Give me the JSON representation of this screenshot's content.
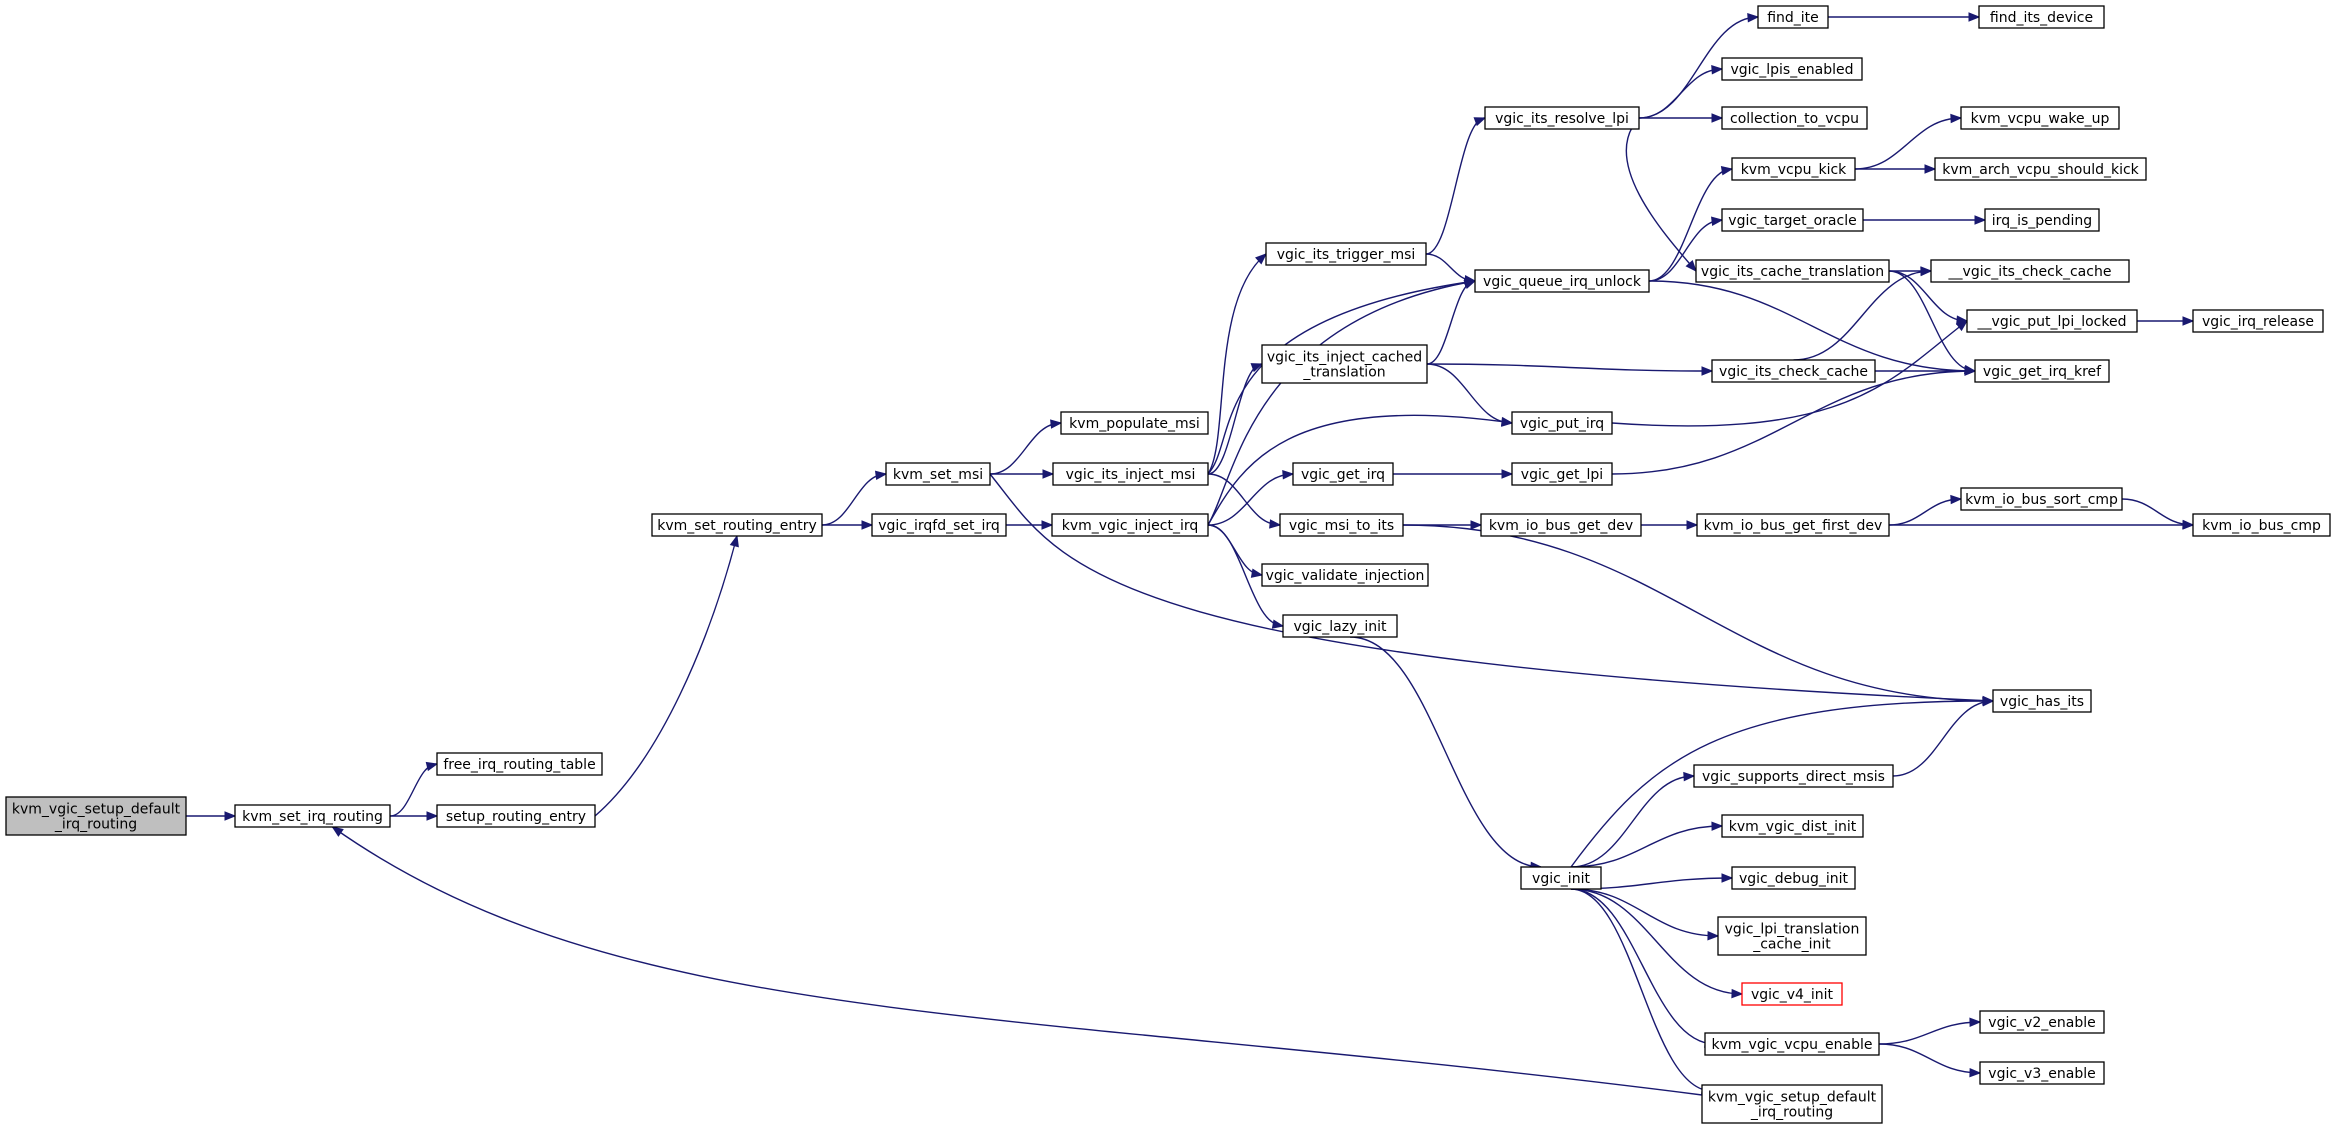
{
  "graph": {
    "colors": {
      "edge": "#191970",
      "node_border": "#000000",
      "root_fill": "#bfbfbf",
      "incomplete_border": "#ff0000",
      "background": "#ffffff"
    },
    "nodes": [
      {
        "id": "root",
        "lines": [
          "kvm_vgic_setup_default",
          "_irq_routing"
        ],
        "style": "root"
      },
      {
        "id": "kvm_set_irq_routing",
        "lines": [
          "kvm_set_irq_routing"
        ]
      },
      {
        "id": "free_irq_routing_table",
        "lines": [
          "free_irq_routing_table"
        ]
      },
      {
        "id": "setup_routing_entry",
        "lines": [
          "setup_routing_entry"
        ]
      },
      {
        "id": "kvm_set_routing_entry",
        "lines": [
          "kvm_set_routing_entry"
        ]
      },
      {
        "id": "kvm_set_msi",
        "lines": [
          "kvm_set_msi"
        ]
      },
      {
        "id": "vgic_irqfd_set_irq",
        "lines": [
          "vgic_irqfd_set_irq"
        ]
      },
      {
        "id": "kvm_populate_msi",
        "lines": [
          "kvm_populate_msi"
        ]
      },
      {
        "id": "vgic_its_inject_msi",
        "lines": [
          "vgic_its_inject_msi"
        ]
      },
      {
        "id": "kvm_vgic_inject_irq",
        "lines": [
          "kvm_vgic_inject_irq"
        ]
      },
      {
        "id": "vgic_its_trigger_msi",
        "lines": [
          "vgic_its_trigger_msi"
        ]
      },
      {
        "id": "vgic_its_inject_cached_translation",
        "lines": [
          "vgic_its_inject_cached",
          "_translation"
        ]
      },
      {
        "id": "vgic_get_irq",
        "lines": [
          "vgic_get_irq"
        ]
      },
      {
        "id": "vgic_msi_to_its",
        "lines": [
          "vgic_msi_to_its"
        ]
      },
      {
        "id": "vgic_validate_injection",
        "lines": [
          "vgic_validate_injection"
        ]
      },
      {
        "id": "vgic_lazy_init",
        "lines": [
          "vgic_lazy_init"
        ]
      },
      {
        "id": "vgic_its_resolve_lpi",
        "lines": [
          "vgic_its_resolve_lpi"
        ]
      },
      {
        "id": "vgic_queue_irq_unlock",
        "lines": [
          "vgic_queue_irq_unlock"
        ]
      },
      {
        "id": "vgic_put_irq",
        "lines": [
          "vgic_put_irq"
        ]
      },
      {
        "id": "vgic_get_lpi",
        "lines": [
          "vgic_get_lpi"
        ]
      },
      {
        "id": "kvm_io_bus_get_dev",
        "lines": [
          "kvm_io_bus_get_dev"
        ]
      },
      {
        "id": "vgic_init",
        "lines": [
          "vgic_init"
        ]
      },
      {
        "id": "find_ite",
        "lines": [
          "find_ite"
        ]
      },
      {
        "id": "vgic_lpis_enabled",
        "lines": [
          "vgic_lpis_enabled"
        ]
      },
      {
        "id": "collection_to_vcpu",
        "lines": [
          "collection_to_vcpu"
        ]
      },
      {
        "id": "kvm_vcpu_kick",
        "lines": [
          "kvm_vcpu_kick"
        ]
      },
      {
        "id": "vgic_target_oracle",
        "lines": [
          "vgic_target_oracle"
        ]
      },
      {
        "id": "vgic_its_cache_translation",
        "lines": [
          "vgic_its_cache_translation"
        ]
      },
      {
        "id": "vgic_its_check_cache",
        "lines": [
          "vgic_its_check_cache"
        ]
      },
      {
        "id": "kvm_io_bus_get_first_dev",
        "lines": [
          "kvm_io_bus_get_first_dev"
        ]
      },
      {
        "id": "vgic_supports_direct_msis",
        "lines": [
          "vgic_supports_direct_msis"
        ]
      },
      {
        "id": "kvm_vgic_dist_init",
        "lines": [
          "kvm_vgic_dist_init"
        ]
      },
      {
        "id": "vgic_debug_init",
        "lines": [
          "vgic_debug_init"
        ]
      },
      {
        "id": "vgic_lpi_translation_cache_init",
        "lines": [
          "vgic_lpi_translation",
          "_cache_init"
        ]
      },
      {
        "id": "vgic_v4_init",
        "lines": [
          "vgic_v4_init"
        ],
        "style": "red"
      },
      {
        "id": "kvm_vgic_vcpu_enable",
        "lines": [
          "kvm_vgic_vcpu_enable"
        ]
      },
      {
        "id": "kvm_vgic_setup_default_irq_routing_2",
        "lines": [
          "kvm_vgic_setup_default",
          "_irq_routing"
        ]
      },
      {
        "id": "find_its_device",
        "lines": [
          "find_its_device"
        ]
      },
      {
        "id": "kvm_vcpu_wake_up",
        "lines": [
          "kvm_vcpu_wake_up"
        ]
      },
      {
        "id": "kvm_arch_vcpu_should_kick",
        "lines": [
          "kvm_arch_vcpu_should_kick"
        ]
      },
      {
        "id": "irq_is_pending",
        "lines": [
          "irq_is_pending"
        ]
      },
      {
        "id": "__vgic_its_check_cache",
        "lines": [
          "__vgic_its_check_cache"
        ]
      },
      {
        "id": "__vgic_put_lpi_locked",
        "lines": [
          "__vgic_put_lpi_locked"
        ]
      },
      {
        "id": "vgic_get_irq_kref",
        "lines": [
          "vgic_get_irq_kref"
        ]
      },
      {
        "id": "kvm_io_bus_sort_cmp",
        "lines": [
          "kvm_io_bus_sort_cmp"
        ]
      },
      {
        "id": "vgic_has_its",
        "lines": [
          "vgic_has_its"
        ]
      },
      {
        "id": "vgic_v2_enable",
        "lines": [
          "vgic_v2_enable"
        ]
      },
      {
        "id": "vgic_v3_enable",
        "lines": [
          "vgic_v3_enable"
        ]
      },
      {
        "id": "vgic_irq_release",
        "lines": [
          "vgic_irq_release"
        ]
      },
      {
        "id": "kvm_io_bus_cmp",
        "lines": [
          "kvm_io_bus_cmp"
        ]
      }
    ]
  }
}
